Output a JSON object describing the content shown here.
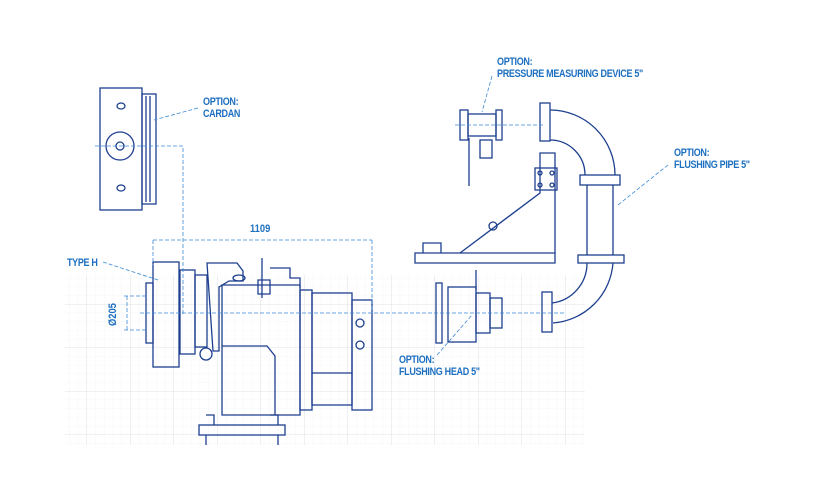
{
  "colors": {
    "line": "#1e3f8f",
    "accent": "#1d6fc0",
    "grid": "#dfe3ea"
  },
  "labels": {
    "cardan": {
      "title": "OPTION:",
      "name": "CARDAN"
    },
    "pressure_device": {
      "title": "OPTION:",
      "name": "PRESSURE MEASURING DEVICE 5\""
    },
    "flushing_pipe": {
      "title": "OPTION:",
      "name": "FLUSHING PIPE 5\""
    },
    "flushing_head": {
      "title": "OPTION:",
      "name": "FLUSHING HEAD 5\""
    },
    "type_h": "TYPE H"
  },
  "dimensions": {
    "length": "1109",
    "diameter": "Ø205"
  }
}
